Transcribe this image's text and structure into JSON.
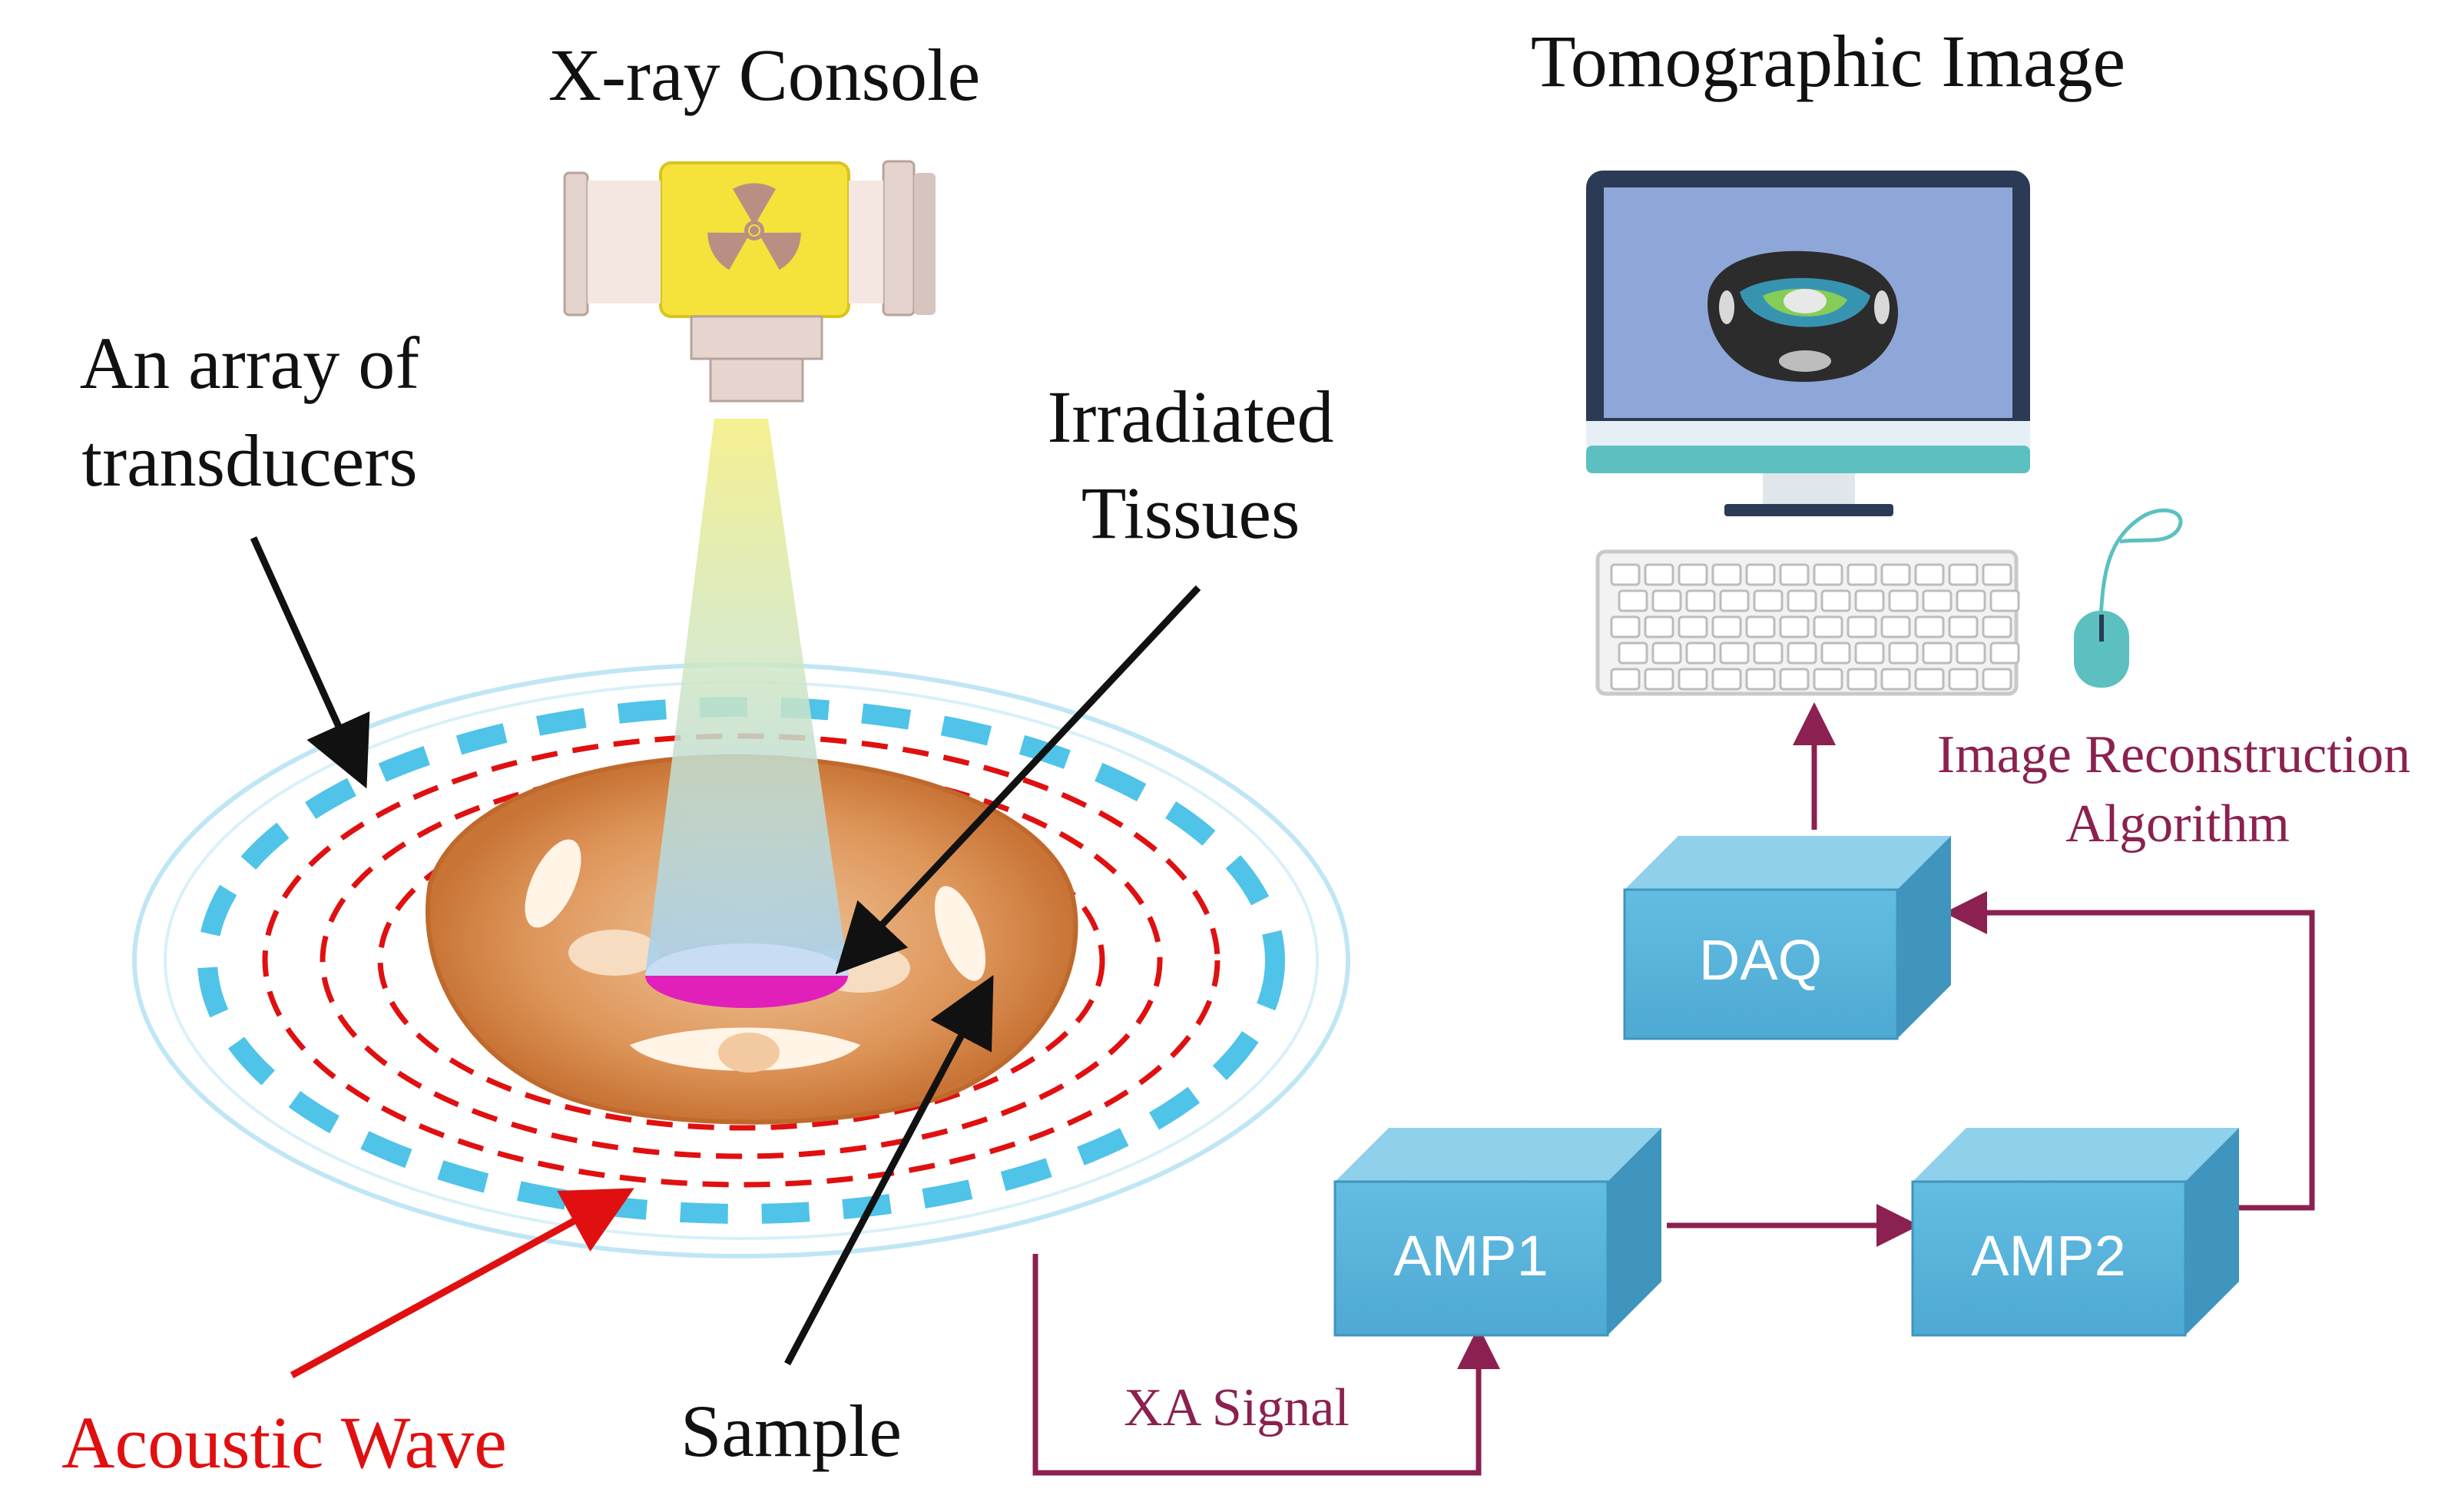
{
  "labels": {
    "xray_console": "X-ray Console",
    "tomographic_image": "Tomographic Image",
    "transducer_array": [
      "An array of",
      "transducers"
    ],
    "irradiated_tissues": [
      "Irradiated",
      "Tissues"
    ],
    "acoustic_wave": "Acoustic Wave",
    "sample": "Sample",
    "image_reconstruction": [
      "Image Reconstruction",
      "Algorithm"
    ],
    "xa_signal": "XA Signal"
  },
  "blocks": {
    "daq": "DAQ",
    "amp1": "AMP1",
    "amp2": "AMP2"
  },
  "icons": {
    "radiation": "radiation-trefoil-icon",
    "monitor": "monitor-icon",
    "keyboard": "keyboard-icon",
    "mouse": "mouse-icon"
  },
  "colors": {
    "text": "#111111",
    "acoustic_wave": "#e01010",
    "signal_path": "#8b2150",
    "transducer": "#4fc3e8",
    "block_fill": "#5bb6dc",
    "tissue": "#d98a4f",
    "irradiated": "#e020b8",
    "console_yellow": "#f5e23a",
    "screen": "#8ea7d8"
  }
}
